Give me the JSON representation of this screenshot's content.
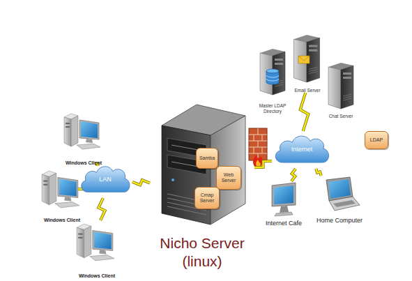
{
  "diagram": {
    "nodes": [
      {
        "text": [
          "Master LDAP Directory"
        ]
      },
      {
        "text": [
          "Email Server"
        ]
      },
      {
        "text": [
          "Chat Server"
        ]
      },
      {
        "text": [
          "Windows Client"
        ]
      },
      {
        "text": [
          "Nicho Server (linux)"
        ]
      },
      {
        "text": [
          "LDAP"
        ],
        "in": 4
      },
      {
        "text": [
          "Samba"
        ],
        "in": 4
      },
      {
        "text": [
          "Web Server"
        ],
        "in": 4
      },
      {
        "text": [
          "Cmap Server"
        ],
        "in": 4
      },
      {
        "text": [
          "Internet"
        ]
      },
      {
        "text": [
          "LAN"
        ]
      },
      {
        "text": [
          "Windows Client"
        ]
      },
      {
        "text": [
          "Internet Cafe"
        ]
      },
      {
        "text": [
          "Home Computer"
        ]
      },
      {
        "text": [
          "Windows Client"
        ]
      }
    ],
    "edges": [
      {
        "from": 3,
        "to": 10,
        "arrow": "none"
      },
      {
        "from": 11,
        "to": 10,
        "arrow": "none"
      },
      {
        "from": 14,
        "to": 10,
        "arrow": "none"
      },
      {
        "from": 10,
        "to": 4,
        "arrow": "none"
      },
      {
        "from": 4,
        "to": 9,
        "arrow": "none"
      },
      {
        "from": 9,
        "to": 1,
        "arrow": "none"
      },
      {
        "from": 9,
        "to": 12,
        "arrow": "none"
      },
      {
        "from": 9,
        "to": 13,
        "arrow": "none"
      }
    ]
  }
}
